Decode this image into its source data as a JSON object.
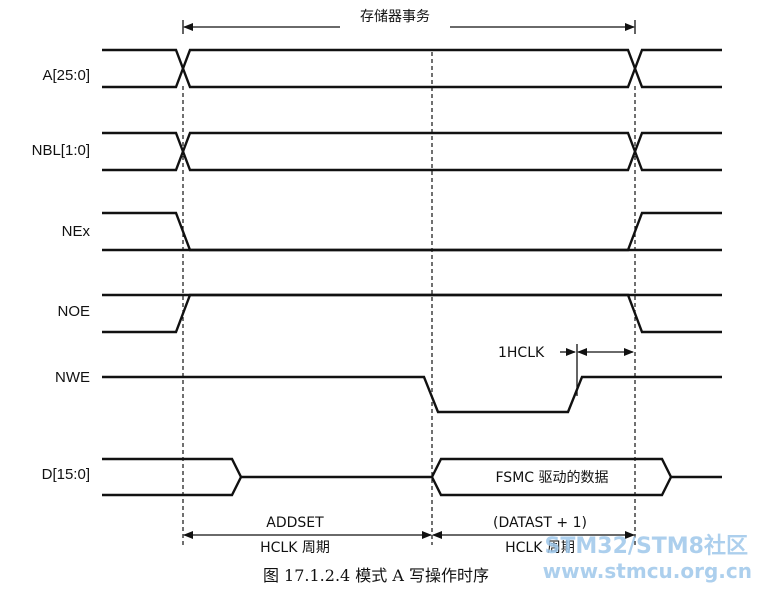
{
  "diagram": {
    "signals": {
      "a": "A[25:0]",
      "nbl": "NBL[1:0]",
      "nex": "NEx",
      "noe": "NOE",
      "nwe": "NWE",
      "d": "D[15:0]"
    },
    "labels": {
      "memory_transaction": "存储器事务",
      "one_hclk": "1HCLK",
      "data_driven": "FSMC 驱动的数据",
      "addset": "ADDSET",
      "addset_unit": "HCLK 周期",
      "datast": "(DATAST + 1)",
      "datast_unit": "HCLK 周期"
    },
    "caption": "图 17.1.2.4 模式 A 写操作时序",
    "watermark": {
      "line1": "STM32/STM8社区",
      "line2": "www.stmcu.org.cn"
    }
  }
}
